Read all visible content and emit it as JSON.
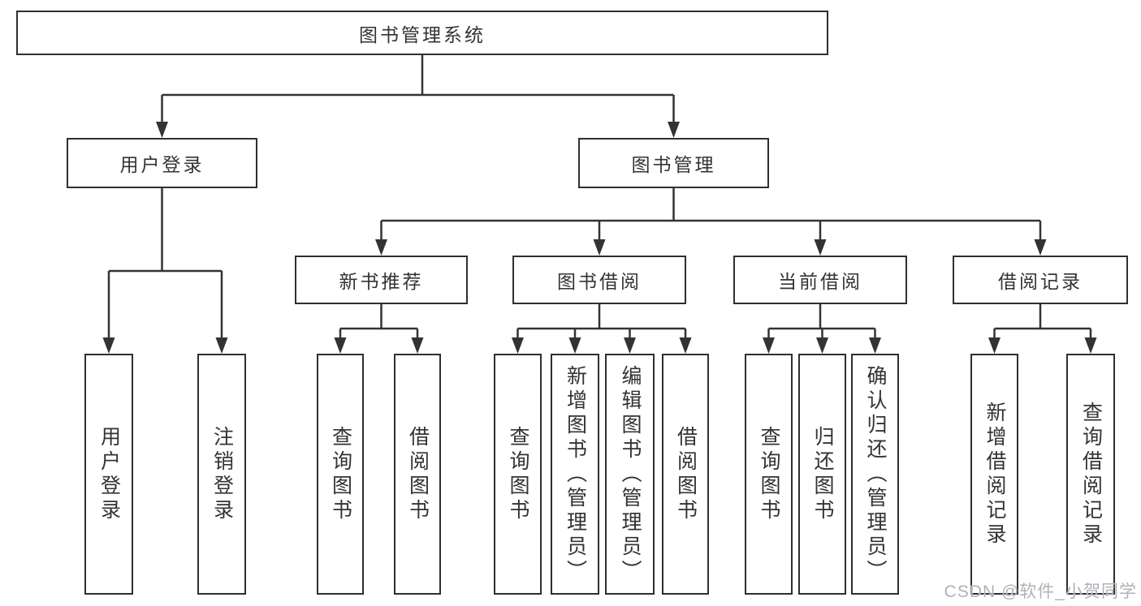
{
  "diagram": {
    "tree": {
      "label": "图书管理系统",
      "children": [
        {
          "label": "用户登录",
          "children": [
            {
              "label": "用户登录"
            },
            {
              "label": "注销登录"
            }
          ]
        },
        {
          "label": "图书管理",
          "children": [
            {
              "label": "新书推荐",
              "children": [
                {
                  "label": "查询图书"
                },
                {
                  "label": "借阅图书"
                }
              ]
            },
            {
              "label": "图书借阅",
              "children": [
                {
                  "label": "查询图书"
                },
                {
                  "label": "新增图书（管理员）"
                },
                {
                  "label": "编辑图书（管理员）"
                },
                {
                  "label": "借阅图书"
                }
              ]
            },
            {
              "label": "当前借阅",
              "children": [
                {
                  "label": "查询图书"
                },
                {
                  "label": "归还图书"
                },
                {
                  "label": "确认归还（管理员）"
                }
              ]
            },
            {
              "label": "借阅记录",
              "children": [
                {
                  "label": "新增借阅记录"
                },
                {
                  "label": "查询借阅记录"
                }
              ]
            }
          ]
        }
      ]
    }
  },
  "watermark": {
    "text": "CSDN @软件_小贺同学"
  },
  "colors": {
    "line": "#333333",
    "box_border": "#2f2f2f",
    "box_fill": "#ffffff",
    "text": "#333333",
    "watermark": "#aeb2b8"
  }
}
